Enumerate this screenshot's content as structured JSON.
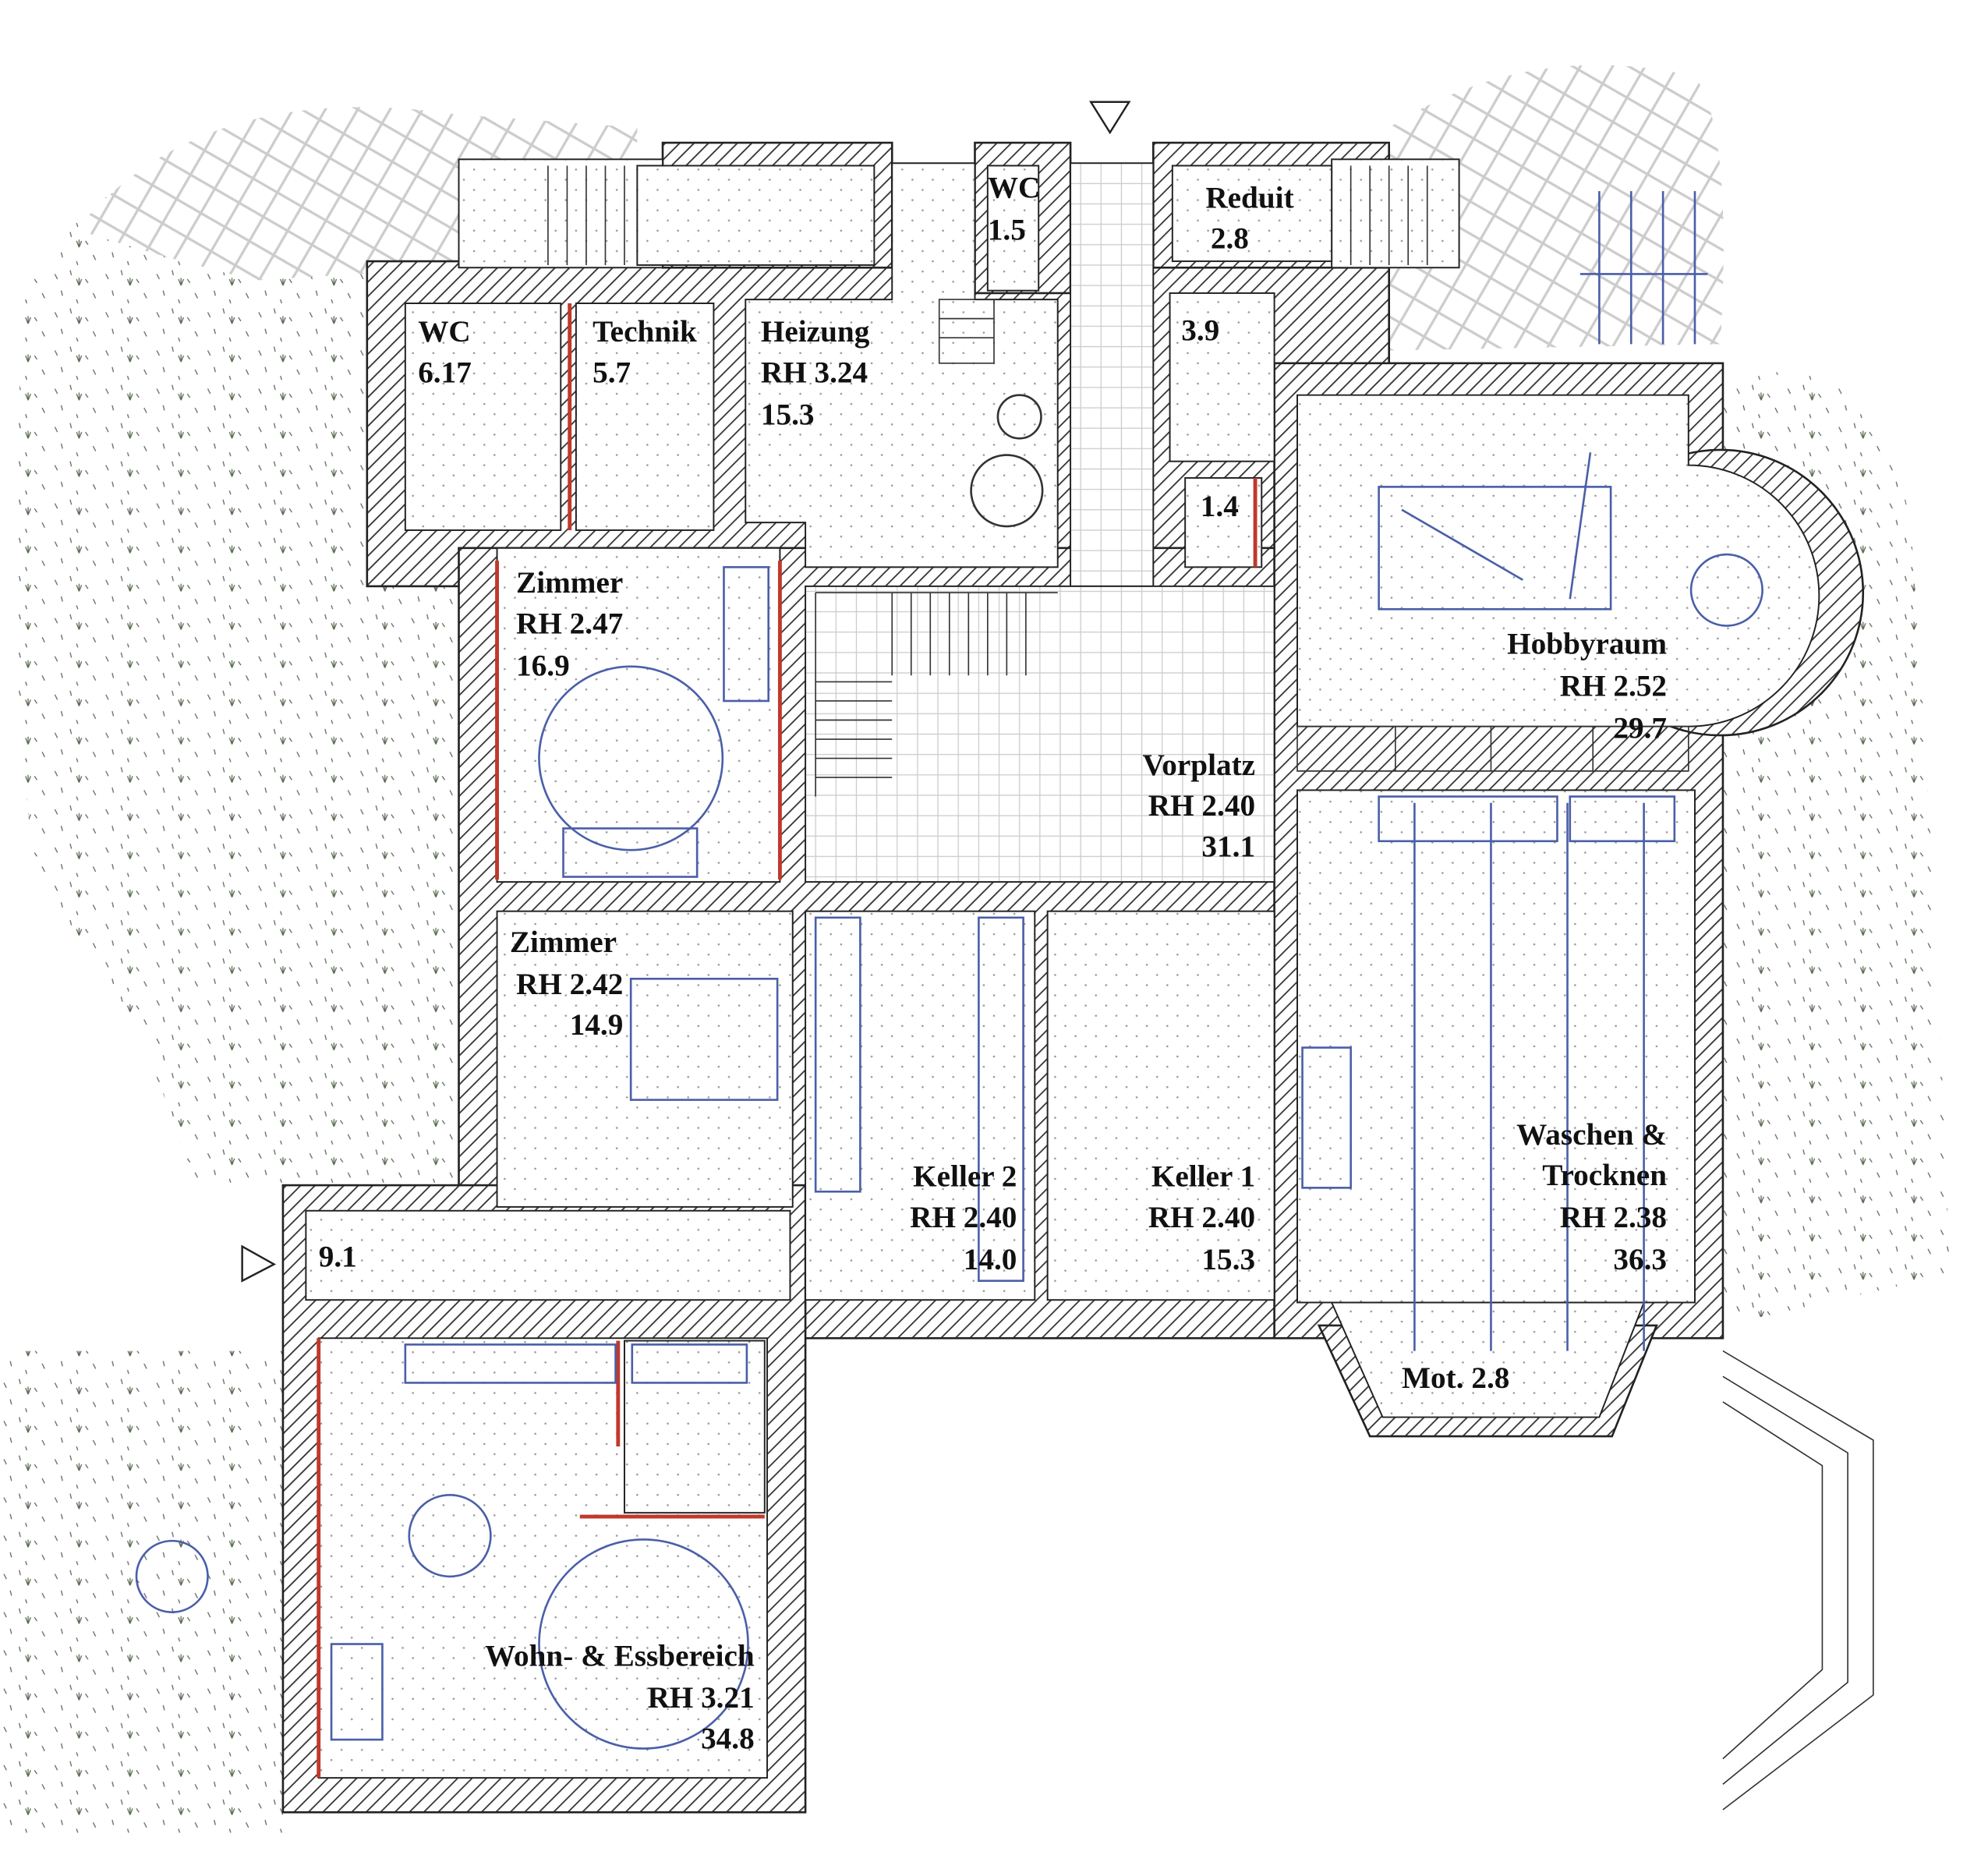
{
  "plan": {
    "rooms": [
      {
        "label": "WC",
        "area": "6.17"
      },
      {
        "label": "Technik",
        "area": "5.7"
      },
      {
        "label": "Heizung",
        "rh": "RH 3.24",
        "area": "15.3"
      },
      {
        "label": "WC",
        "area": "1.5"
      },
      {
        "label": "Reduit",
        "area": "2.8"
      },
      {
        "area": "3.9"
      },
      {
        "area": "1.4"
      },
      {
        "label": "Zimmer",
        "rh": "RH 2.47",
        "area": "16.9"
      },
      {
        "label": "Hobbyraum",
        "rh": "RH 2.52",
        "area": "29.7"
      },
      {
        "label": "Vorplatz",
        "rh": "RH 2.40",
        "area": "31.1"
      },
      {
        "label": "Zimmer",
        "rh": "RH 2.42",
        "area": "14.9"
      },
      {
        "label": "Keller 2",
        "rh": "RH 2.40",
        "area": "14.0"
      },
      {
        "label": "Keller 1",
        "rh": "RH 2.40",
        "area": "15.3"
      },
      {
        "label": "Waschen &",
        "label2": "Trocknen",
        "rh": "RH 2.38",
        "area": "36.3"
      },
      {
        "area": "9.1"
      },
      {
        "label": "Mot. 2.8"
      },
      {
        "label": "Wohn- & Essbereich",
        "rh": "RH 3.21",
        "area": "34.8"
      }
    ],
    "colors": {
      "wall": "#222222",
      "furniture": "#4a5fa8",
      "new_wall": "#c0392b",
      "vegetation": "#5a6b55"
    }
  }
}
